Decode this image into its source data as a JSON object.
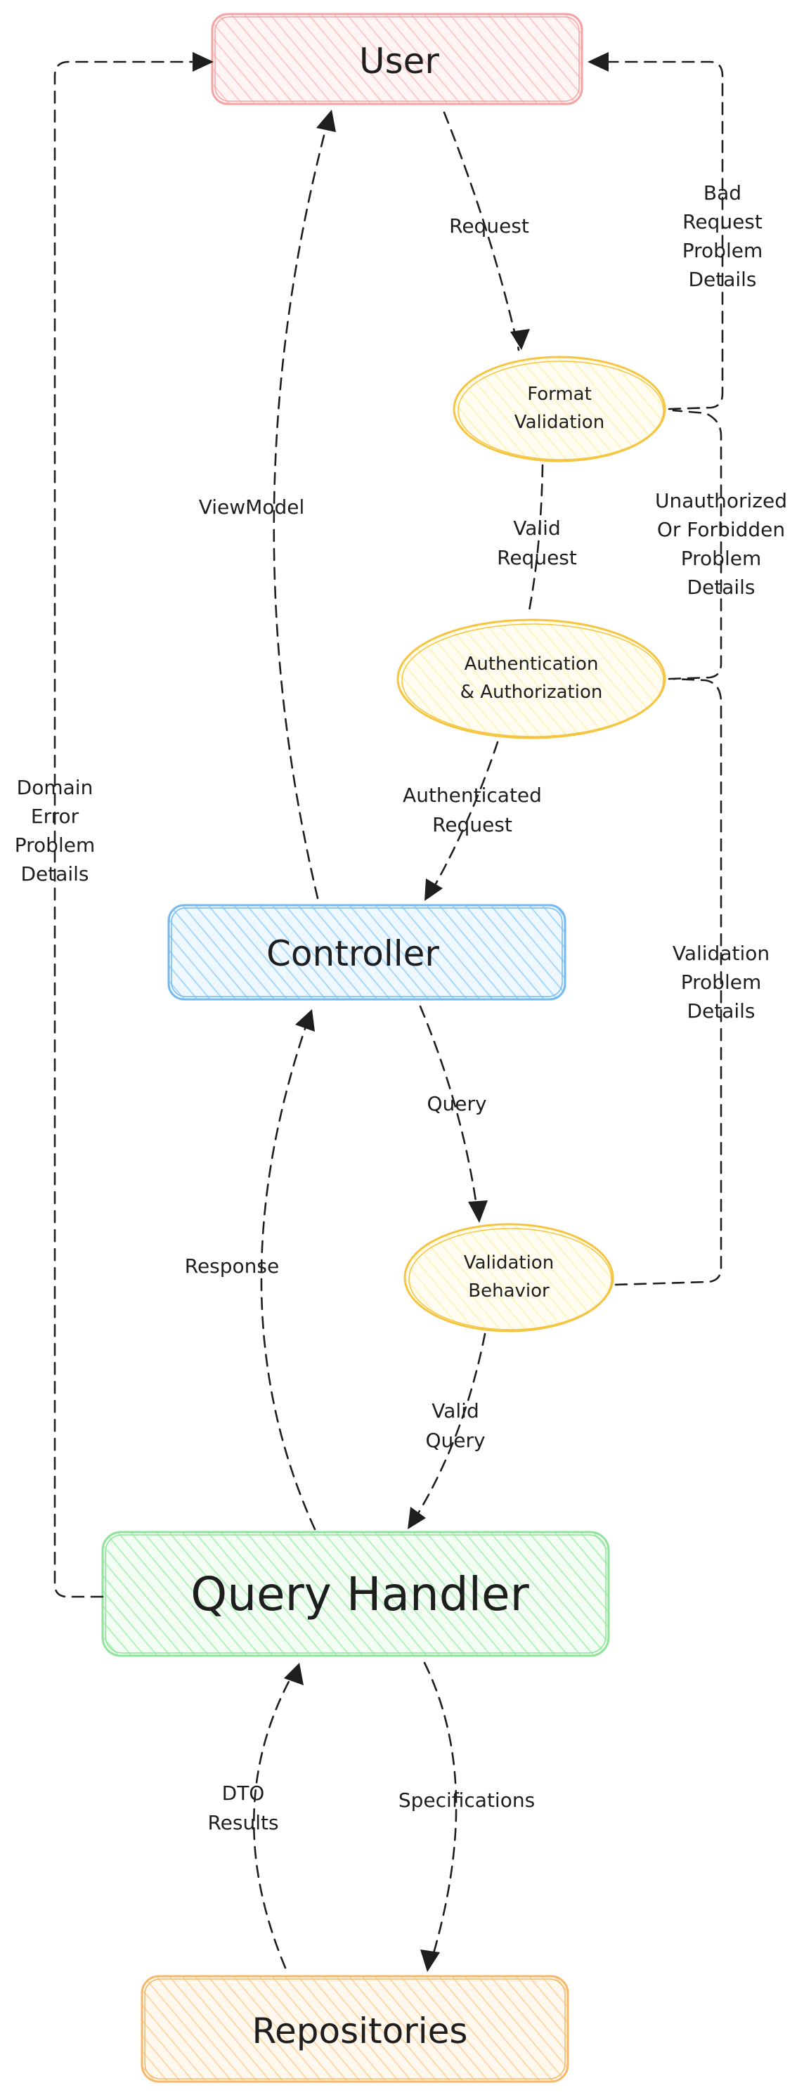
{
  "nodes": {
    "user": {
      "label": "User",
      "fill": "#ffc9c9",
      "stroke": "#f4a3a3"
    },
    "format_validation": {
      "lines": [
        "Format",
        "Validation"
      ],
      "fill": "#fff3bf",
      "stroke": "#f5c542"
    },
    "authentication": {
      "lines": [
        "Authentication",
        "& Authorization"
      ],
      "fill": "#fff3bf",
      "stroke": "#f5c542"
    },
    "controller": {
      "label": "Controller",
      "fill": "#a5d8ff",
      "stroke": "#74b9f0"
    },
    "validation_behavior": {
      "lines": [
        "Validation",
        "Behavior"
      ],
      "fill": "#fff3bf",
      "stroke": "#f5c542"
    },
    "query_handler": {
      "label": "Query Handler",
      "fill": "#b2f2bb",
      "stroke": "#8fe39b"
    },
    "repositories": {
      "label": "Repositories",
      "fill": "#ffd8a8",
      "stroke": "#f7b86a"
    }
  },
  "edges": {
    "request": {
      "lines": [
        "Request"
      ]
    },
    "valid_request": {
      "lines": [
        "Valid",
        "Request"
      ]
    },
    "authenticated_request": {
      "lines": [
        "Authenticated",
        "Request"
      ]
    },
    "query": {
      "lines": [
        "Query"
      ]
    },
    "valid_query": {
      "lines": [
        "Valid",
        "Query"
      ]
    },
    "specifications": {
      "lines": [
        "Specifications"
      ]
    },
    "dto_results": {
      "lines": [
        "DTO",
        "Results"
      ]
    },
    "response": {
      "lines": [
        "Response"
      ]
    },
    "viewmodel": {
      "lines": [
        "ViewModel"
      ]
    },
    "bad_request": {
      "lines": [
        "Bad",
        "Request",
        "Problem",
        "Details"
      ]
    },
    "unauthorized": {
      "lines": [
        "Unauthorized",
        "Or Forbidden",
        "Problem",
        "Details"
      ]
    },
    "validation_problem": {
      "lines": [
        "Validation",
        "Problem",
        "Details"
      ]
    },
    "domain_error": {
      "lines": [
        "Domain",
        "Error",
        "Problem",
        "Details"
      ]
    }
  }
}
